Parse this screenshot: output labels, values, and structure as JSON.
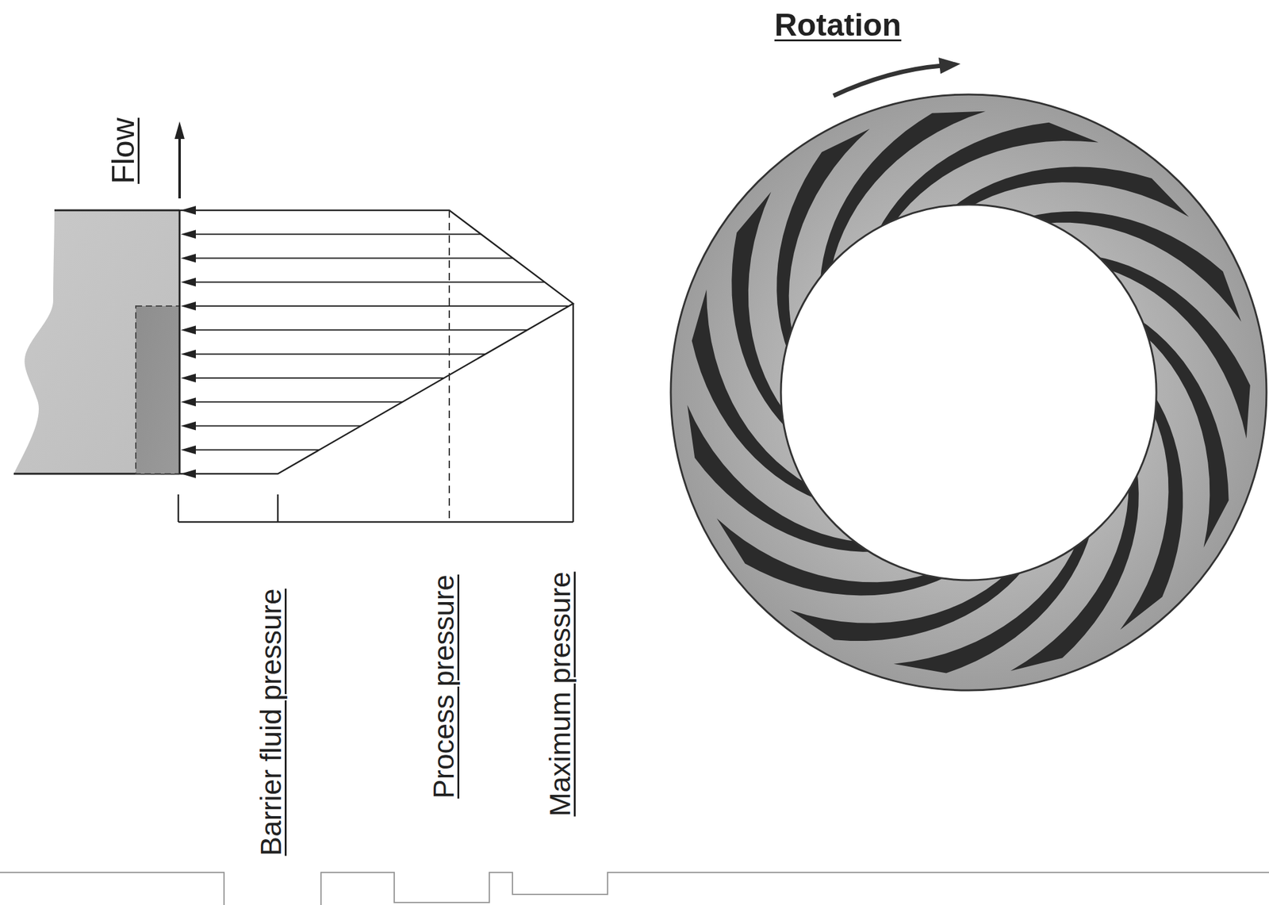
{
  "diagram": {
    "labels": [
      "Flow",
      "Barrier fluid pressure",
      "Process pressure",
      "Maximum pressure",
      "Rotation"
    ]
  }
}
